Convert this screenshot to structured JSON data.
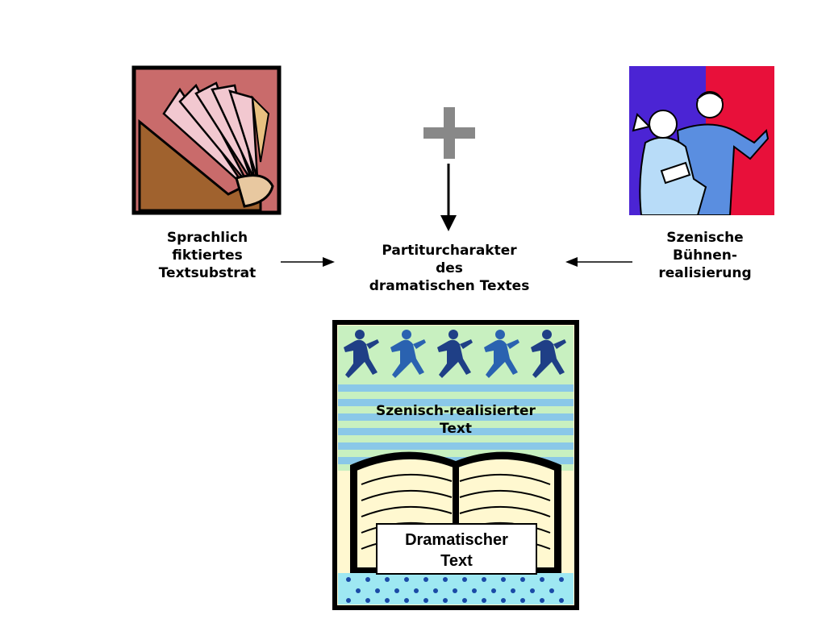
{
  "left": {
    "lines": [
      "Sprachlich",
      "fiktiertes",
      "Textsubstrat"
    ]
  },
  "center": {
    "plus": "+",
    "lines": [
      "Partiturcharakter",
      "des",
      "dramatischen Textes"
    ]
  },
  "right": {
    "lines": [
      "Szenische",
      "Bühnen-",
      "realisierung"
    ]
  },
  "bottom": {
    "upper_lines": [
      "Szenisch-realisierter",
      "Text"
    ],
    "book_lines": [
      "Dramatischer",
      "Text"
    ]
  },
  "colors": {
    "book_bg": "#c96b6b",
    "book_cover": "#a0622e",
    "stage_left": "#4b24d4",
    "stage_right": "#e8103a",
    "plus": "#888888",
    "stripe_blue": "#8ac8e8",
    "stripe_green": "#c8f0c0",
    "runner": "#1f3f86",
    "dots_bg": "#9ee8f2",
    "dots": "#1a4aa6",
    "paper": "#fff8d0"
  },
  "icons": [
    "open-book-icon",
    "plus-icon",
    "theater-couple-icon",
    "running-figures-icon",
    "open-book-icon"
  ]
}
